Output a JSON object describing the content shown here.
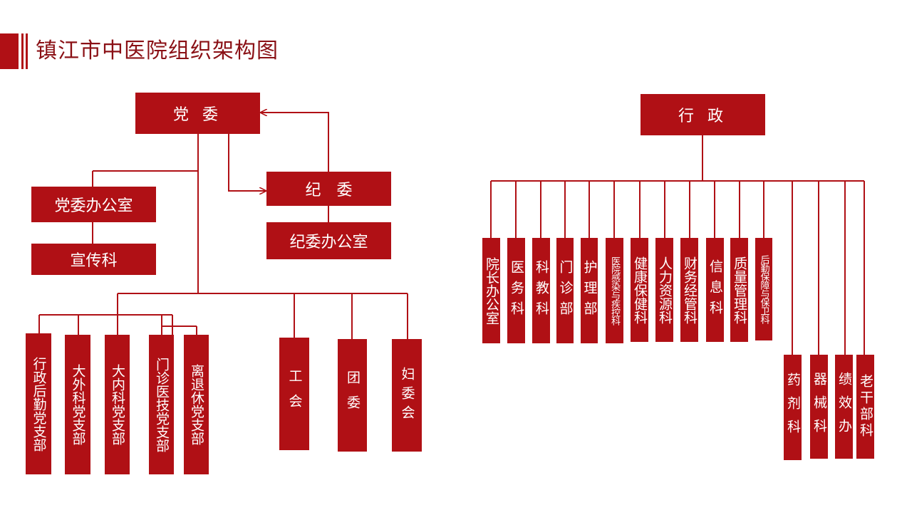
{
  "title": "镇江市中医院组织架构图",
  "colors": {
    "primary": "#b01015",
    "line": "#b01015",
    "title": "#8a1015"
  },
  "party": {
    "root": "党 委",
    "discipline": "纪　委",
    "discipline_office": "纪委办公室",
    "office": "党委办公室",
    "propaganda": "宣传科",
    "branches": [
      "行政后勤党支部",
      "大外科党支部",
      "大内科党支部",
      "门诊医技党支部",
      "离退休党支部"
    ],
    "orgs": [
      "工会",
      "团委",
      "妇委会"
    ]
  },
  "admin": {
    "root": "行 政",
    "depts": [
      "院长办公室",
      "医务科",
      "科教科",
      "门诊部",
      "护理部",
      "医院感染与疾控科",
      "健康保健科",
      "人力资源科",
      "财务经管科",
      "信息科",
      "质量管理科",
      "后勤保障与保卫科"
    ],
    "depts_lower": [
      "药剂科",
      "器械科",
      "绩效办",
      "老干部科"
    ]
  }
}
